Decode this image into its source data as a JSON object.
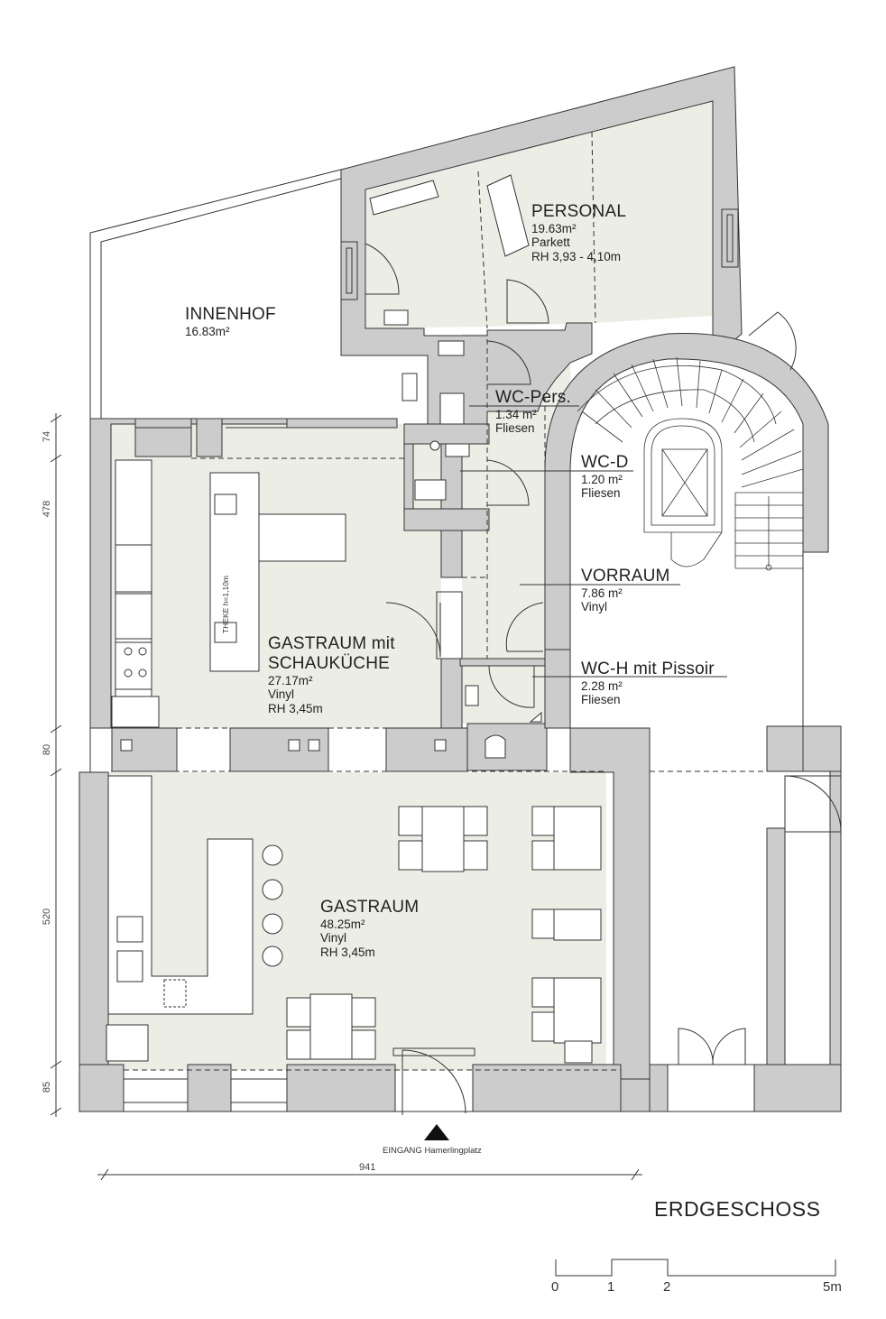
{
  "rooms": {
    "personal": {
      "name": "PERSONAL",
      "area": "19.63m²",
      "floor": "Parkett",
      "height": "RH 3,93 - 4,10m"
    },
    "innenhof": {
      "name": "INNENHOF",
      "area": "16.83m²"
    },
    "wc_pers": {
      "name": "WC-Pers.",
      "area": "1.34 m²",
      "floor": "Fliesen"
    },
    "wc_d": {
      "name": "WC-D",
      "area": "1.20 m²",
      "floor": "Fliesen"
    },
    "vorraum": {
      "name": "VORRAUM",
      "area": "7.86 m²",
      "floor": "Vinyl"
    },
    "wc_h": {
      "name": "WC-H mit Pissoir",
      "area": "2.28 m²",
      "floor": "Fliesen"
    },
    "gastraum_k": {
      "name1": "GASTRAUM mit",
      "name2": "SCHAUKÜCHE",
      "area": "27.17m²",
      "floor": "Vinyl",
      "height": "RH 3,45m"
    },
    "gastraum": {
      "name": "GASTRAUM",
      "area": "48.25m²",
      "floor": "Vinyl",
      "height": "RH 3,45m"
    }
  },
  "theke": "THEKE h=1,10m",
  "entrance": "EINGANG Hamerlingplatz",
  "dims": {
    "d74": "74",
    "d478": "478",
    "d80": "80",
    "d520": "520",
    "d85": "85",
    "d941": "941"
  },
  "title": "ERDGESCHOSS",
  "scale": {
    "s0": "0",
    "s1": "1",
    "s2": "2",
    "s5": "5m"
  },
  "colors": {
    "wall": "#cccccc",
    "room_fill": "#eceee6",
    "line": "#333333"
  }
}
